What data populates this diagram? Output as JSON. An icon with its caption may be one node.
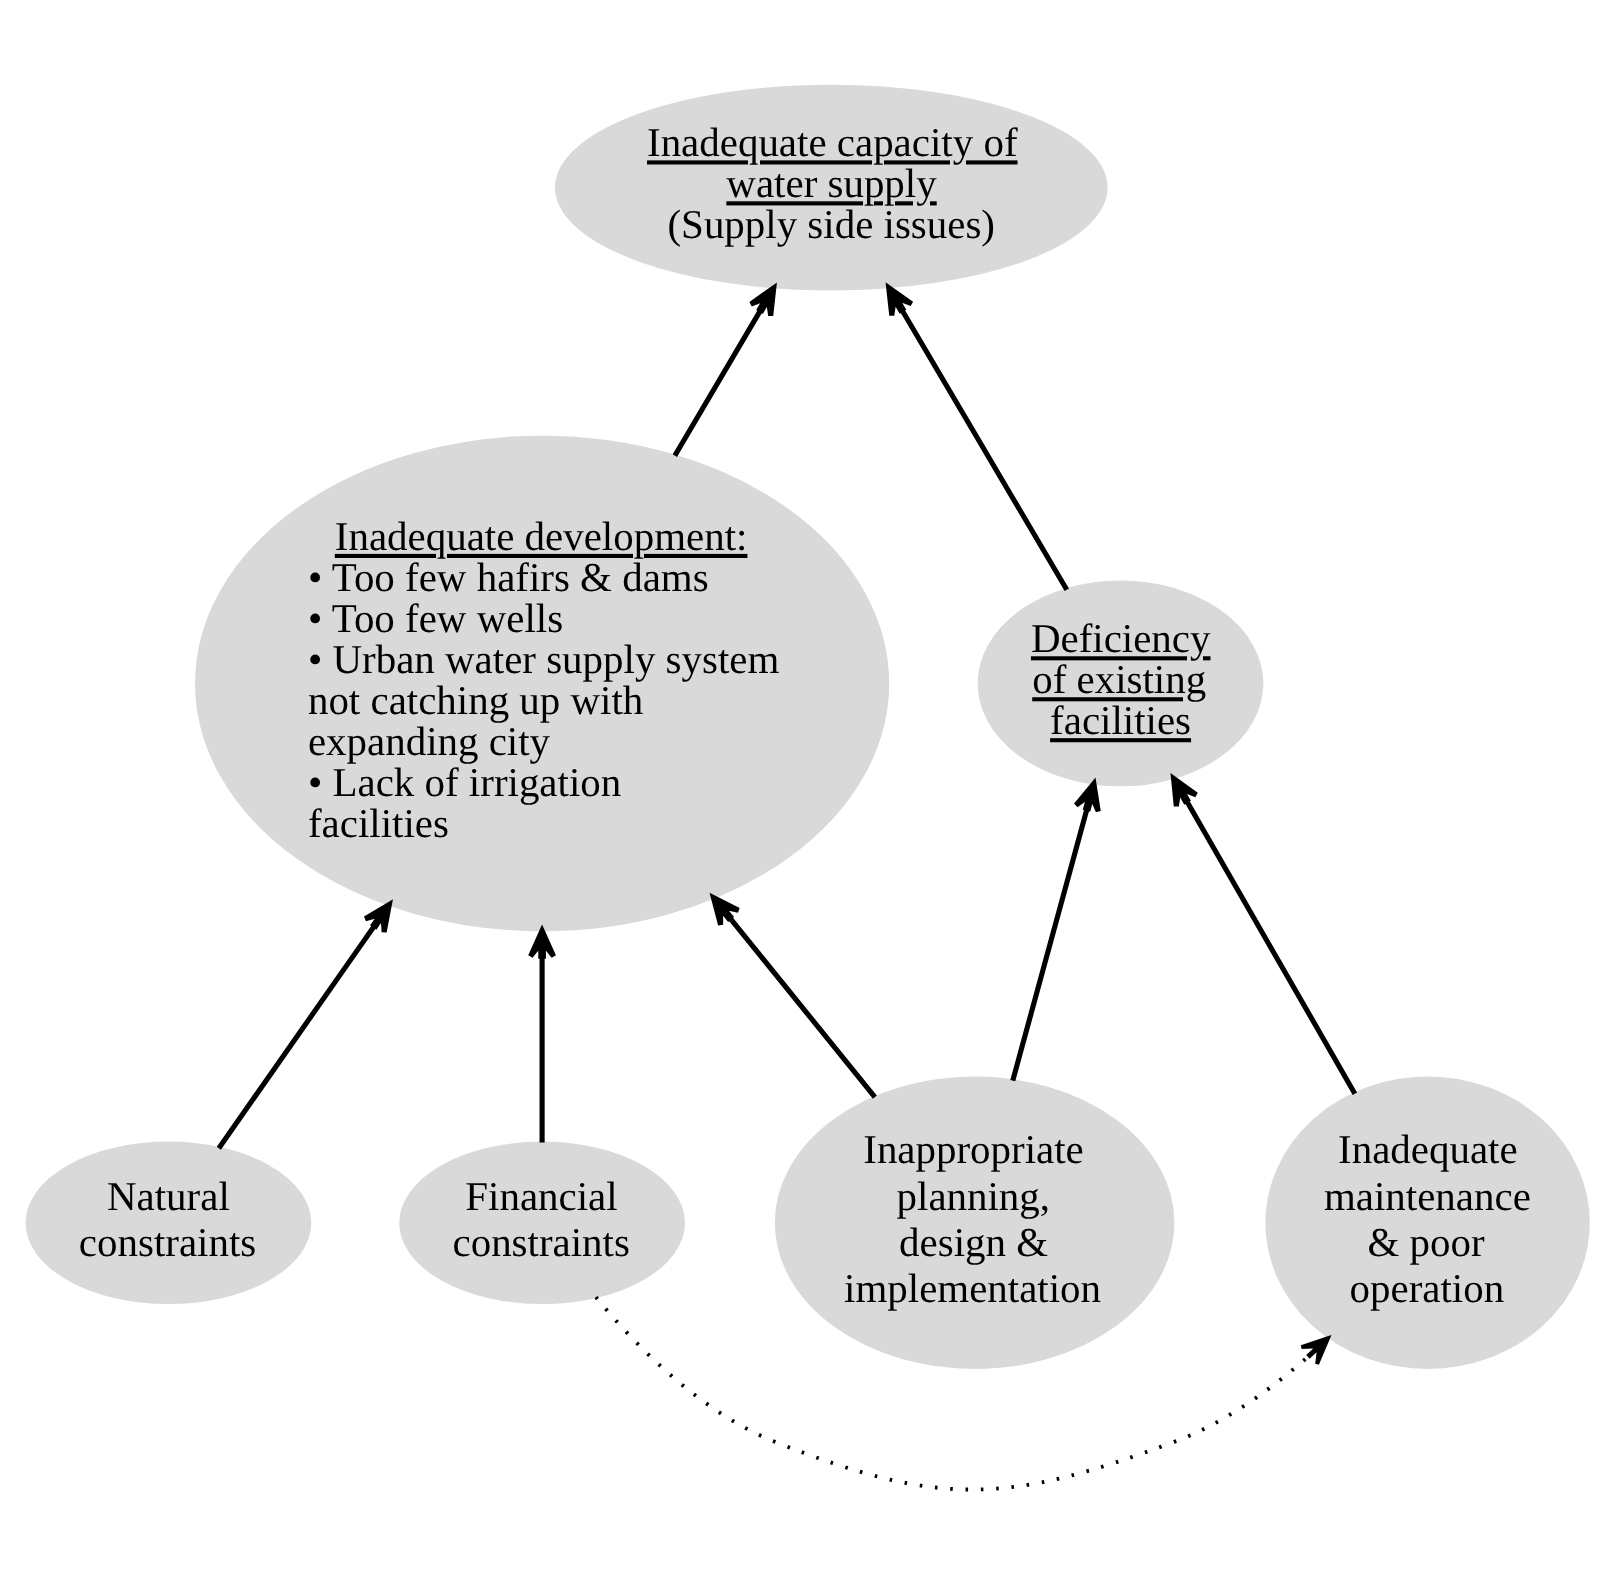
{
  "diagram": {
    "nodes": [
      {
        "text": [
          "Inadequate capacity of water supply",
          "(Supply side issues)"
        ]
      },
      {
        "text": [
          "Inadequate development:",
          "• Too few hafirs & dams",
          "• Too few wells",
          "• Urban water supply system not catching up with expanding city",
          "• Lack of irrigation facilities"
        ]
      },
      {
        "text": [
          "Deficiency of existing facilities"
        ]
      },
      {
        "text": [
          "Natural constraints"
        ]
      },
      {
        "text": [
          "Financial constraints"
        ]
      },
      {
        "text": [
          "Inappropriate planning, design & implementation"
        ]
      },
      {
        "text": [
          "Inadequate maintenance & poor operation"
        ]
      }
    ],
    "edges": [
      {
        "from": 1,
        "to": 0,
        "arrow": "to"
      },
      {
        "from": 2,
        "to": 0,
        "arrow": "to"
      },
      {
        "from": 3,
        "to": 1,
        "arrow": "to"
      },
      {
        "from": 4,
        "to": 1,
        "arrow": "to"
      },
      {
        "from": 5,
        "to": 1,
        "arrow": "to"
      },
      {
        "from": 5,
        "to": 2,
        "arrow": "to"
      },
      {
        "from": 6,
        "to": 2,
        "arrow": "to"
      },
      {
        "from": 4,
        "to": 6,
        "arrow": "to",
        "style": "dashed"
      }
    ]
  }
}
